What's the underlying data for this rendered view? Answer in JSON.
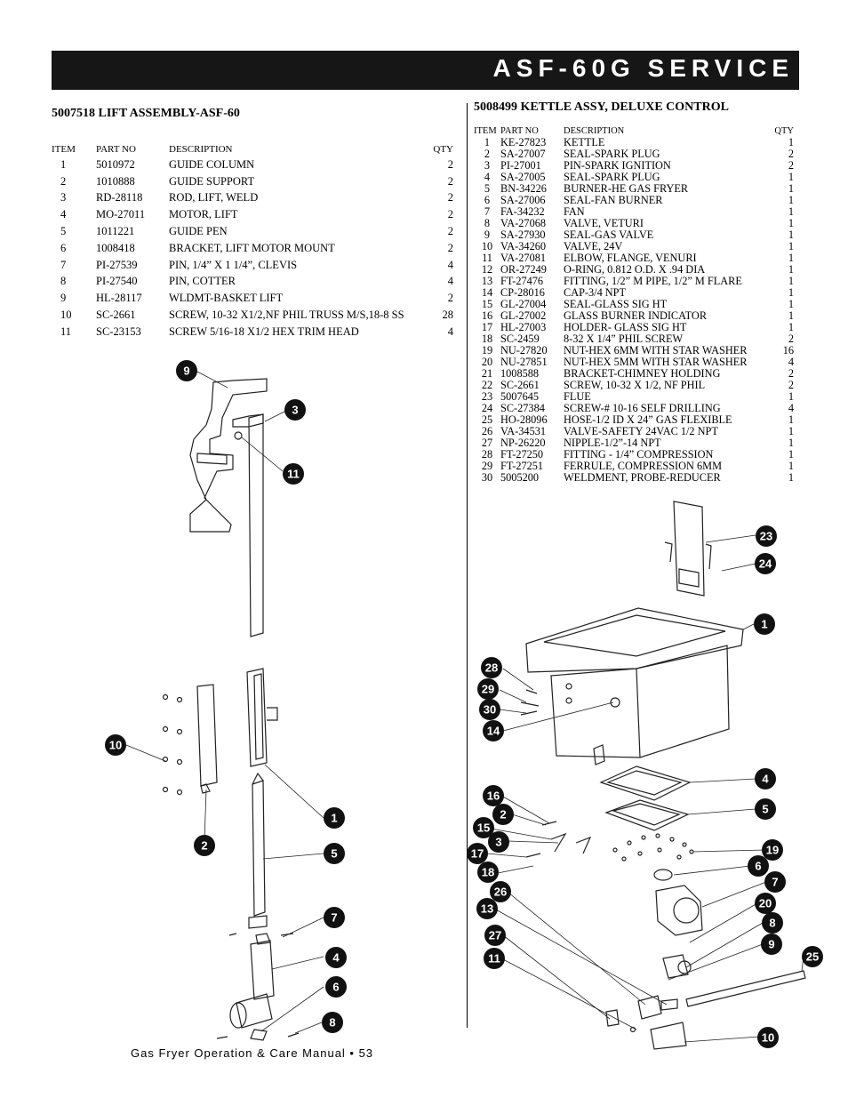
{
  "header": {
    "title": "ASF-60G SERVICE"
  },
  "lift": {
    "title": "5007518   LIFT ASSEMBLY-ASF-60",
    "columns": [
      "ITEM",
      "PART NO",
      "DESCRIPTION",
      "QTY"
    ],
    "rows": [
      [
        "1",
        "5010972",
        "GUIDE COLUMN",
        "2"
      ],
      [
        "2",
        "1010888",
        "GUIDE SUPPORT",
        "2"
      ],
      [
        "3",
        "RD-28118",
        "ROD, LIFT, WELD",
        "2"
      ],
      [
        "4",
        "MO-27011",
        "MOTOR, LIFT",
        "2"
      ],
      [
        "5",
        "1011221",
        "GUIDE PEN",
        "2"
      ],
      [
        "6",
        "1008418",
        "BRACKET, LIFT MOTOR MOUNT",
        "2"
      ],
      [
        "7",
        "PI-27539",
        "PIN, 1/4” X 1 1/4”, CLEVIS",
        "4"
      ],
      [
        "8",
        "PI-27540",
        "PIN, COTTER",
        "4"
      ],
      [
        "9",
        "HL-28117",
        "WLDMT-BASKET LIFT",
        "2"
      ],
      [
        "10",
        "SC-2661",
        "SCREW, 10-32 X1/2,NF PHIL TRUSS M/S,18-8 SS",
        "28"
      ],
      [
        "11",
        "SC-23153",
        "SCREW 5/16-18 X1/2 HEX TRIM HEAD",
        "4"
      ]
    ],
    "callouts": [
      "9",
      "3",
      "11",
      "10",
      "1",
      "2",
      "5",
      "7",
      "4",
      "6",
      "8"
    ]
  },
  "kettle": {
    "title": "5008499   KETTLE ASSY, DELUXE CONTROL",
    "columns": [
      "ITEM",
      "PART NO",
      "DESCRIPTION",
      "QTY"
    ],
    "rows": [
      [
        "1",
        "KE-27823",
        "KETTLE",
        "1"
      ],
      [
        "2",
        "SA-27007",
        "SEAL-SPARK PLUG",
        "2"
      ],
      [
        "3",
        "PI-27001",
        "PIN-SPARK IGNITION",
        "2"
      ],
      [
        "4",
        "SA-27005",
        "SEAL-SPARK PLUG",
        "1"
      ],
      [
        "5",
        "BN-34226",
        "BURNER-HE GAS FRYER",
        "1"
      ],
      [
        "6",
        "SA-27006",
        "SEAL-FAN BURNER",
        "1"
      ],
      [
        "7",
        "FA-34232",
        "FAN",
        "1"
      ],
      [
        "8",
        "VA-27068",
        "VALVE, VETURI",
        "1"
      ],
      [
        "9",
        "SA-27930",
        "SEAL-GAS VALVE",
        "1"
      ],
      [
        "10",
        "VA-34260",
        "VALVE, 24V",
        "1"
      ],
      [
        "11",
        "VA-27081",
        "ELBOW, FLANGE, VENURI",
        "1"
      ],
      [
        "12",
        "OR-27249",
        "O-RING, 0.812 O.D. X .94 DIA",
        "1"
      ],
      [
        "13",
        "FT-27476",
        "FITTING, 1/2” M PIPE, 1/2” M FLARE",
        "1"
      ],
      [
        "14",
        "CP-28016",
        "CAP-3/4 NPT",
        "1"
      ],
      [
        "15",
        "GL-27004",
        "SEAL-GLASS SIG HT",
        "1"
      ],
      [
        "16",
        "GL-27002",
        "GLASS BURNER INDICATOR",
        "1"
      ],
      [
        "17",
        "HL-27003",
        "HOLDER- GLASS SIG HT",
        "1"
      ],
      [
        "18",
        "SC-2459",
        "8-32 X 1/4” PHIL SCREW",
        "2"
      ],
      [
        "19",
        "NU-27820",
        "NUT-HEX 6MM WITH STAR WASHER",
        "16"
      ],
      [
        "20",
        "NU-27851",
        "NUT-HEX 5MM WITH STAR WASHER",
        "4"
      ],
      [
        "21",
        "1008588",
        "BRACKET-CHIMNEY HOLDING",
        "2"
      ],
      [
        "22",
        "SC-2661",
        "SCREW, 10-32 X 1/2, NF PHIL",
        "2"
      ],
      [
        "23",
        "5007645",
        "FLUE",
        "1"
      ],
      [
        "24",
        "SC-27384",
        "SCREW-# 10-16 SELF DRILLING",
        "4"
      ],
      [
        "25",
        "HO-28096",
        "HOSE-1/2 ID X 24” GAS FLEXIBLE",
        "1"
      ],
      [
        "26",
        "VA-34531",
        "VALVE-SAFETY 24VAC 1/2 NPT",
        "1"
      ],
      [
        "27",
        "NP-26220",
        "NIPPLE-1/2”-14 NPT",
        "1"
      ],
      [
        "28",
        "FT-27250",
        "FITTING - 1/4” COMPRESSION",
        "1"
      ],
      [
        "29",
        "FT-27251",
        "FERRULE, COMPRESSION 6MM",
        "1"
      ],
      [
        "30",
        "5005200",
        "WELDMENT, PROBE-REDUCER",
        "1"
      ]
    ],
    "callouts": [
      "23",
      "24",
      "1",
      "28",
      "29",
      "30",
      "14",
      "4",
      "16",
      "2",
      "5",
      "15",
      "3",
      "17",
      "19",
      "18",
      "6",
      "7",
      "26",
      "20",
      "13",
      "8",
      "27",
      "9",
      "11",
      "25",
      "10"
    ]
  },
  "footer": {
    "text": "Gas Fryer Operation & Care Manual • 53"
  }
}
